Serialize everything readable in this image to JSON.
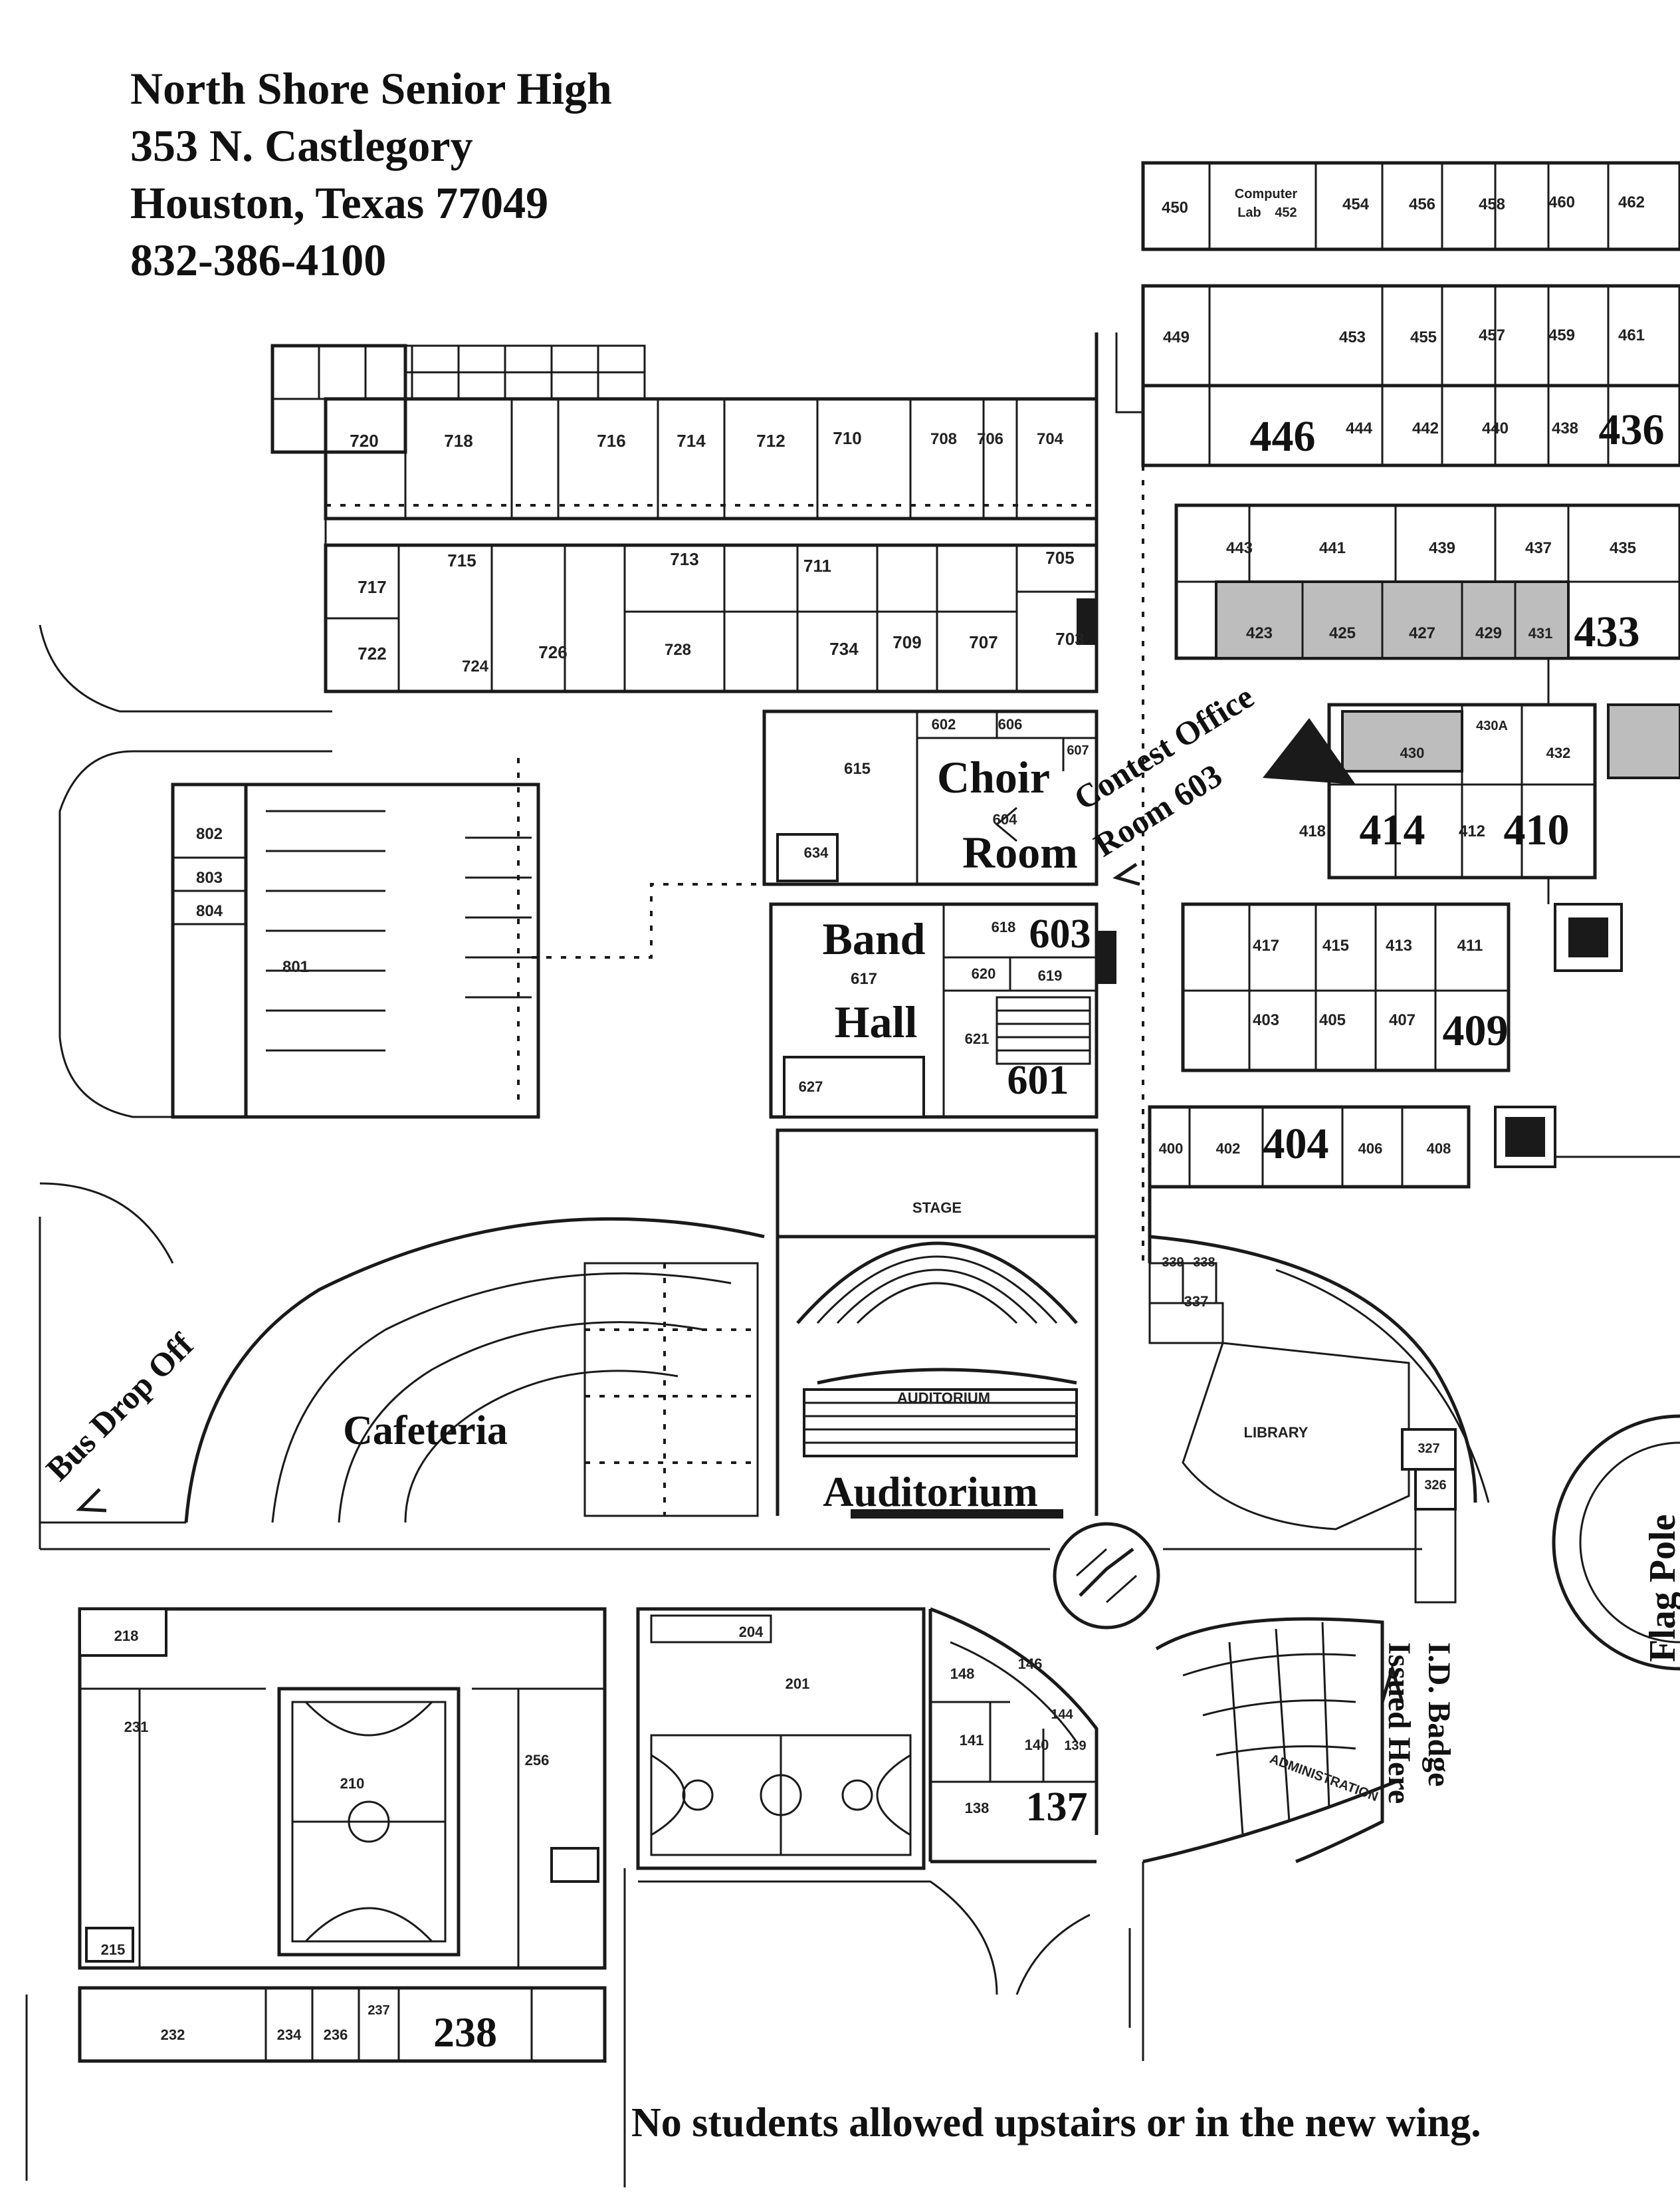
{
  "header": {
    "school": "North Shore Senior High",
    "street": "353 N. Castlegory",
    "city": "Houston, Texas 77049",
    "phone": "832-386-4100"
  },
  "labels": {
    "cafeteria": "Cafeteria",
    "auditorium": "Auditorium",
    "auditorium_small": "AUDITORIUM",
    "stage": "STAGE",
    "library": "LIBRARY",
    "administration": "ADMINISTRATION",
    "choir_1": "Choir",
    "choir_2": "Room",
    "band_1": "Band",
    "band_2": "Hall",
    "contest_1": "Contest Office",
    "contest_2": "Room 603",
    "bus": "Bus Drop Off",
    "flag": "Flag Pole",
    "badge_1": "I.D. Badge",
    "badge_2": "Issued Here",
    "computer_1": "Computer",
    "computer_2": "Lab",
    "notice": "No students allowed upstairs or in the new wing."
  },
  "rooms": {
    "r720": "720",
    "r718": "718",
    "r716": "716",
    "r714": "714",
    "r712": "712",
    "r710": "710",
    "r708": "708",
    "r706": "706",
    "r704": "704",
    "r717": "717",
    "r715": "715",
    "r713": "713",
    "r711": "711",
    "r705": "705",
    "r722": "722",
    "r724": "724",
    "r726": "726",
    "r728": "728",
    "r734": "734",
    "r709": "709",
    "r707": "707",
    "r703": "703",
    "r450": "450",
    "r452": "452",
    "r454": "454",
    "r456": "456",
    "r458": "458",
    "r460": "460",
    "r462": "462",
    "r449": "449",
    "r453": "453",
    "r455": "455",
    "r457": "457",
    "r459": "459",
    "r461": "461",
    "r446": "446",
    "r444": "444",
    "r442": "442",
    "r440": "440",
    "r438": "438",
    "r436": "436",
    "r443": "443",
    "r441": "441",
    "r439": "439",
    "r437": "437",
    "r435": "435",
    "r423": "423",
    "r425": "425",
    "r427": "427",
    "r429": "429",
    "r431": "431",
    "r433": "433",
    "r430": "430",
    "r430a": "430A",
    "r432": "432",
    "r418": "418",
    "r414": "414",
    "r412": "412",
    "r410": "410",
    "r417": "417",
    "r415": "415",
    "r413": "413",
    "r411": "411",
    "r403": "403",
    "r405": "405",
    "r407": "407",
    "r409": "409",
    "r400": "400",
    "r402": "402",
    "r404": "404",
    "r406": "406",
    "r408": "408",
    "r802": "802",
    "r803": "803",
    "r804": "804",
    "r801": "801",
    "r615": "615",
    "r634": "634",
    "r602": "602",
    "r606": "606",
    "r607": "607",
    "r604": "604",
    "r618": "618",
    "r603": "603",
    "r617": "617",
    "r620": "620",
    "r619": "619",
    "r621": "621",
    "r627": "627",
    "r601": "601",
    "r339": "339",
    "r338": "338",
    "r337": "337",
    "r327": "327",
    "r326": "326",
    "r218": "218",
    "r231": "231",
    "r210": "210",
    "r256": "256",
    "r215": "215",
    "r204": "204",
    "r201": "201",
    "r148": "148",
    "r146": "146",
    "r144": "144",
    "r141": "141",
    "r140": "140",
    "r139": "139",
    "r138": "138",
    "r137": "137",
    "r232": "232",
    "r234": "234",
    "r236": "236",
    "r237": "237",
    "r238": "238"
  }
}
